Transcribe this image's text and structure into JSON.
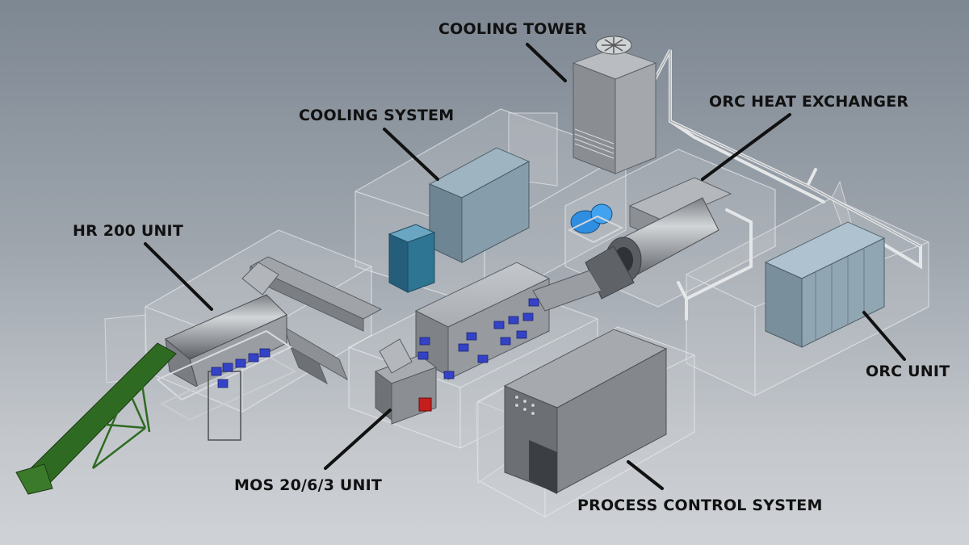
{
  "labels": {
    "cooling_tower": "COOLING TOWER",
    "orc_heat_exchanger": "ORC HEAT EXCHANGER",
    "cooling_system": "COOLING SYSTEM",
    "hr200_unit": "HR 200 UNIT",
    "orc_unit": "ORC UNIT",
    "mos_unit": "MOS 20/6/3 UNIT",
    "process_control_system": "PROCESS CONTROL SYSTEM"
  },
  "colors": {
    "background_top": "#7d8792",
    "background_bottom": "#cfd3d7",
    "container_glass": "#c8ccd2",
    "equipment_grey": "#8e9196",
    "cooling_blue_grey": "#7e97a6",
    "teal_cabinet": "#2e6f8e",
    "motor_blue": "#3442c8",
    "conveyor_green": "#2f6a22",
    "leader_line": "#111111"
  }
}
